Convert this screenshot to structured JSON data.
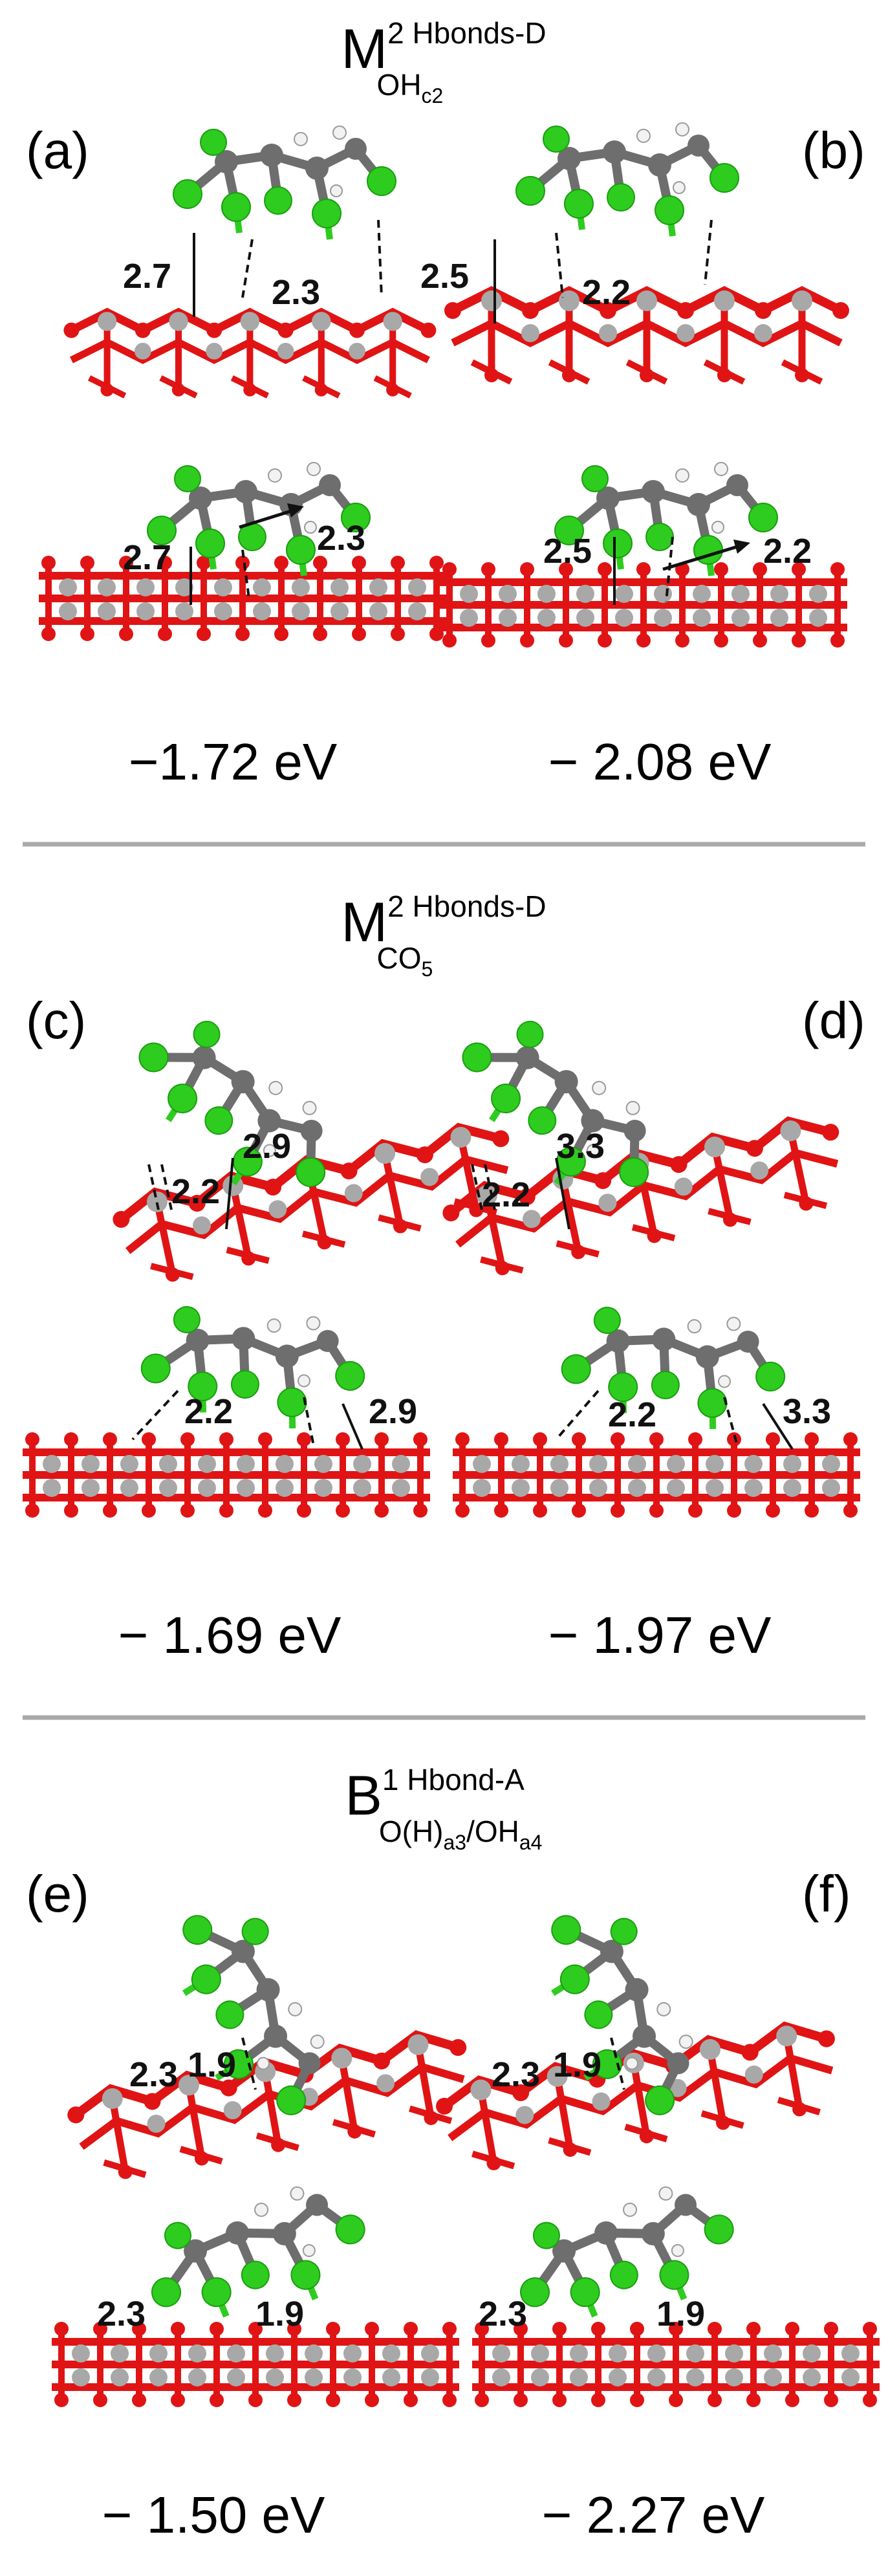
{
  "sections": [
    {
      "header": {
        "main": "M",
        "sup": "2 Hbonds-D",
        "sub": "OH",
        "sub2": "c2"
      },
      "panels": [
        {
          "label": "(a)",
          "top": [
            "2.7",
            "2.3"
          ],
          "bottom": [
            "2.7",
            "2.3"
          ],
          "energy": "−1.72 eV"
        },
        {
          "label": "(b)",
          "top": [
            "2.5",
            "2.2"
          ],
          "bottom": [
            "2.5",
            "2.2"
          ],
          "energy": "− 2.08 eV"
        }
      ]
    },
    {
      "header": {
        "main": "M",
        "sup": "2 Hbonds-D",
        "sub": "CO",
        "sub2": "5"
      },
      "panels": [
        {
          "label": "(c)",
          "top": [
            "2.2",
            "2.9"
          ],
          "bottom": [
            "2.2",
            "2.9"
          ],
          "energy": "− 1.69 eV"
        },
        {
          "label": "(d)",
          "top": [
            "2.2",
            "3.3"
          ],
          "bottom": [
            "2.2",
            "3.3"
          ],
          "energy": "− 1.97 eV"
        }
      ]
    },
    {
      "header": {
        "main": "B",
        "sup": "1 Hbond-A",
        "sub": "O(H)",
        "sub2": "a3",
        "sub3": "/OH",
        "sub4": "a4"
      },
      "panels": [
        {
          "label": "(e)",
          "top": [
            "2.3",
            "1.9"
          ],
          "bottom": [
            "2.3",
            "1.9"
          ],
          "energy": "− 1.50 eV"
        },
        {
          "label": "(f)",
          "top": [
            "2.3",
            "1.9"
          ],
          "bottom": [
            "2.3",
            "1.9"
          ],
          "energy": "− 2.27 eV"
        }
      ]
    }
  ],
  "colors": {
    "oxygen": "#e01414",
    "metal": "#a8a8a8",
    "chlorine": "#2ecc1e",
    "carbon": "#6e6e6e",
    "hydrogen": "#f2f2f2",
    "divider": "#a9a9a9"
  }
}
